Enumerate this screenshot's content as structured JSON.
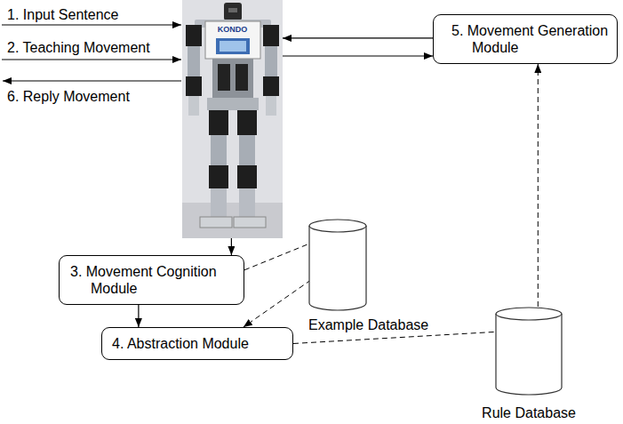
{
  "diagram": {
    "nodes": [
      {
        "text": [
          "KONDO"
        ]
      },
      {
        "text": [
          "5. Movement Generation Module"
        ]
      },
      {
        "text": [
          "3. Movement Cognition Module"
        ]
      },
      {
        "text": [
          "Example Database"
        ]
      },
      {
        "text": [
          "4. Abstraction Module"
        ]
      },
      {
        "text": [
          "Rule Database"
        ]
      }
    ],
    "edges": [
      {
        "from": 1,
        "to": 0,
        "arrow": "to"
      },
      {
        "from": 0,
        "to": 1,
        "arrow": "to"
      },
      {
        "from": 0,
        "to": 2,
        "arrow": "to"
      },
      {
        "from": 2,
        "to": 4,
        "arrow": "to"
      },
      {
        "from": 2,
        "to": 3,
        "arrow": "to"
      },
      {
        "from": 3,
        "to": 4,
        "arrow": "to"
      },
      {
        "from": 4,
        "to": 5,
        "arrow": "to"
      },
      {
        "from": 5,
        "to": 1,
        "arrow": "to"
      }
    ],
    "labels": [
      "1. Input Sentence",
      "2. Teaching Movement",
      "6. Reply Movement"
    ]
  }
}
